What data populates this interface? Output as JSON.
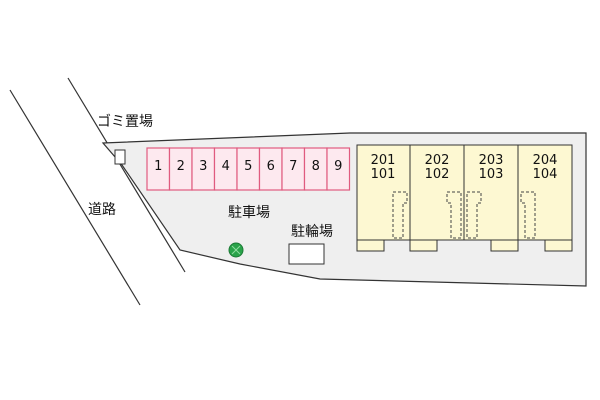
{
  "labels": {
    "garbage_area": "ゴミ置場",
    "road": "道路",
    "parking": "駐車場",
    "bicycle_parking": "駐輪場"
  },
  "parking_spaces": [
    "1",
    "2",
    "3",
    "4",
    "5",
    "6",
    "7",
    "8",
    "9"
  ],
  "units": [
    {
      "upper": "201",
      "lower": "101"
    },
    {
      "upper": "202",
      "lower": "102"
    },
    {
      "upper": "203",
      "lower": "103"
    },
    {
      "upper": "204",
      "lower": "104"
    }
  ],
  "colors": {
    "lot_fill": "#efefef",
    "parking_fill": "#fde9ef",
    "parking_stroke": "#e05b7f",
    "building_fill": "#fdf8d2",
    "tree": "#2aa34a",
    "line": "#333333"
  }
}
